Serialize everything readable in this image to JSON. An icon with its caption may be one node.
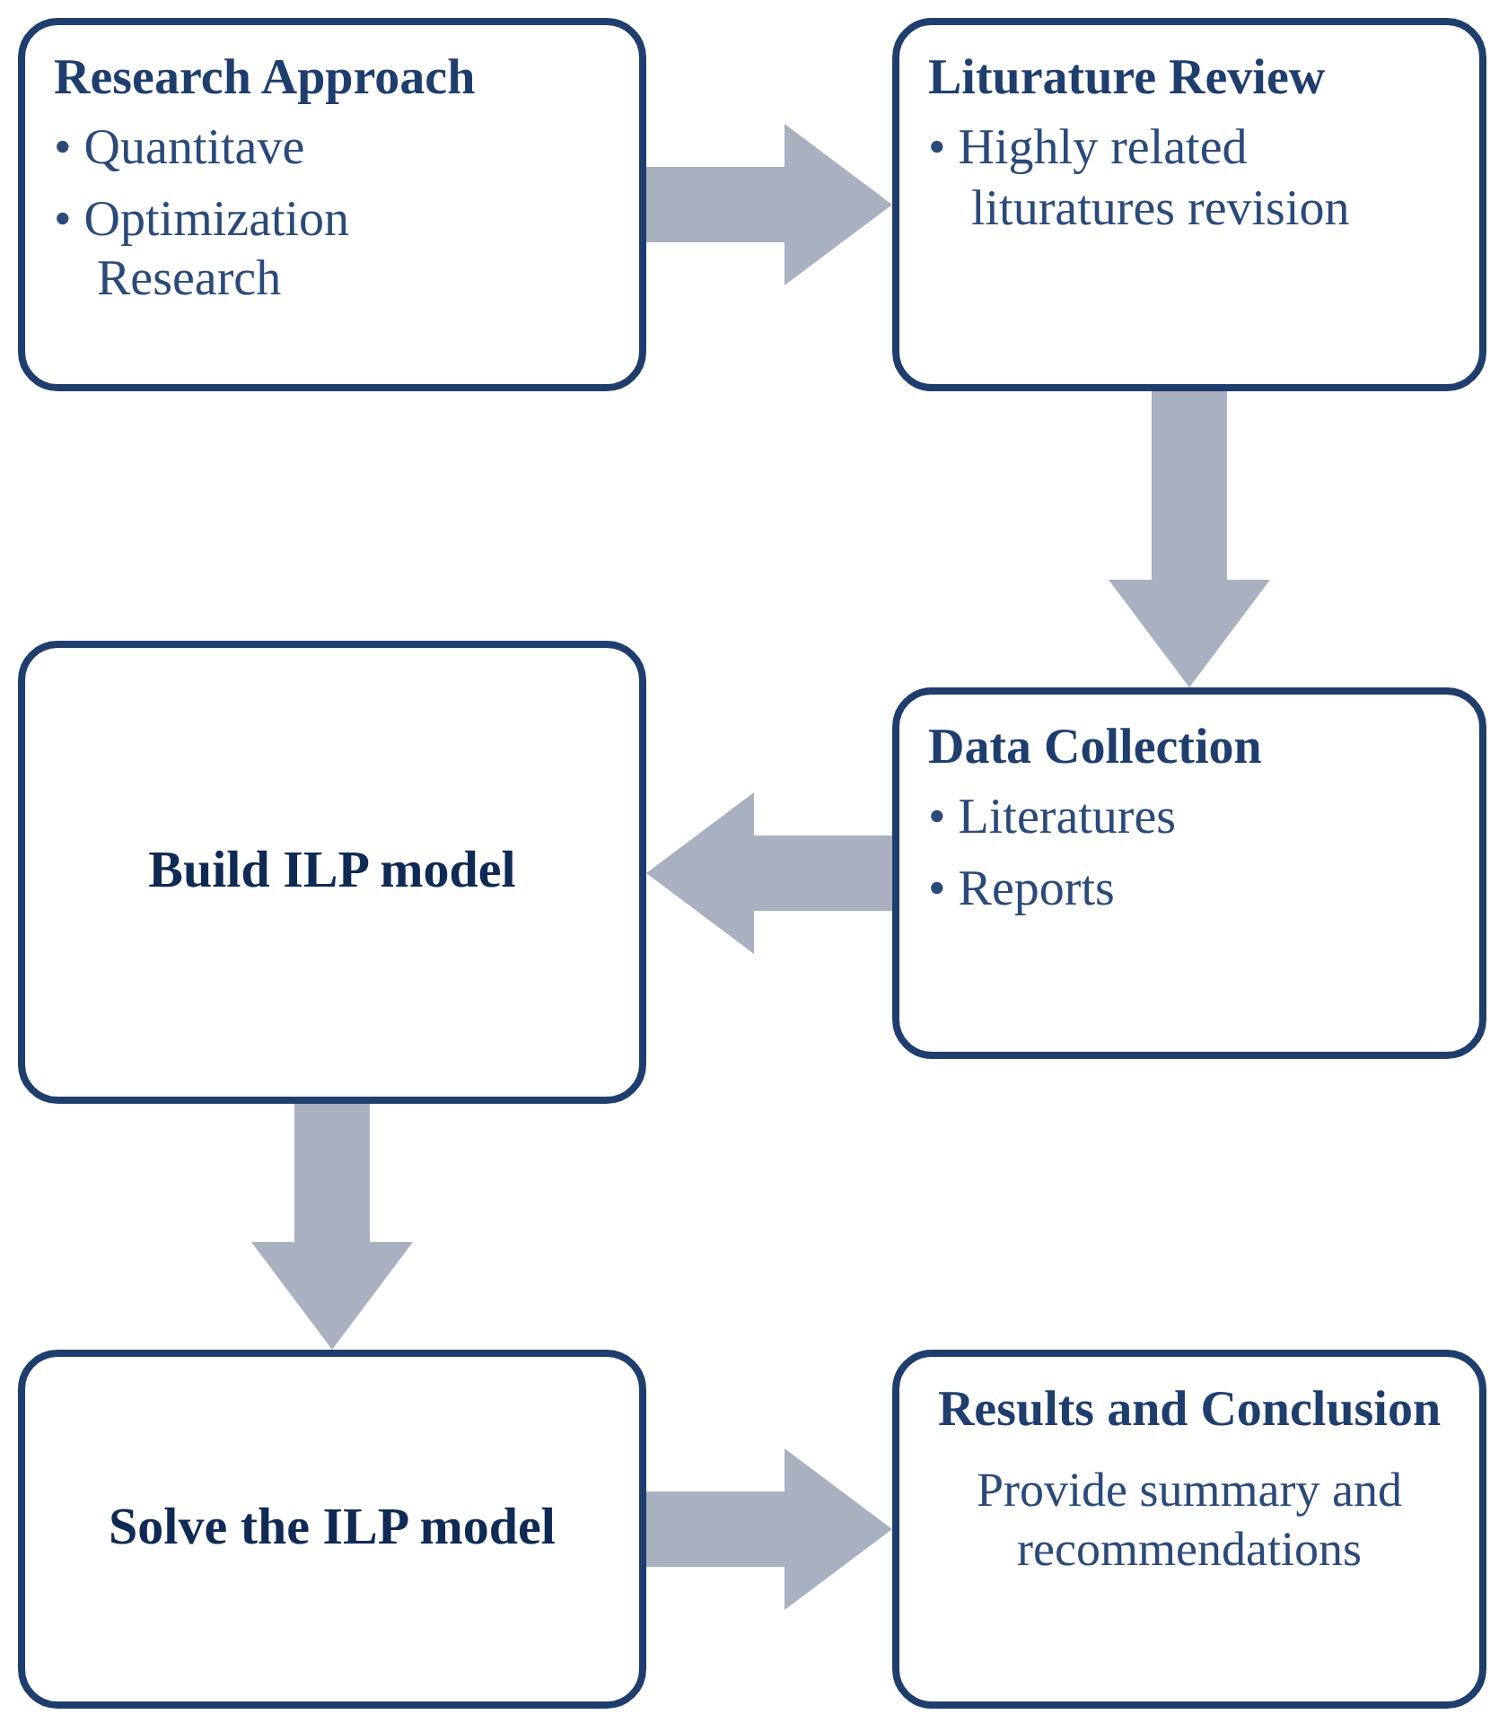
{
  "diagram": {
    "nodes": [
      {
        "text": [
          "Research Approach",
          "• Quantitave",
          "• Optimization Research"
        ]
      },
      {
        "text": [
          "Liturature Review",
          "• Highly related lituratures revision"
        ]
      },
      {
        "text": [
          "Data Collection",
          "• Literatures",
          "• Reports"
        ]
      },
      {
        "text": [
          "Build ILP model"
        ]
      },
      {
        "text": [
          "Solve the ILP model"
        ]
      },
      {
        "text": [
          "Results and Conclusion",
          "Provide summary and recommendations"
        ]
      }
    ],
    "edges": [
      {
        "from": 0,
        "to": 1,
        "arrow": "to"
      },
      {
        "from": 1,
        "to": 2,
        "arrow": "to"
      },
      {
        "from": 2,
        "to": 3,
        "arrow": "to"
      },
      {
        "from": 3,
        "to": 4,
        "arrow": "to"
      },
      {
        "from": 4,
        "to": 5,
        "arrow": "to"
      }
    ]
  }
}
